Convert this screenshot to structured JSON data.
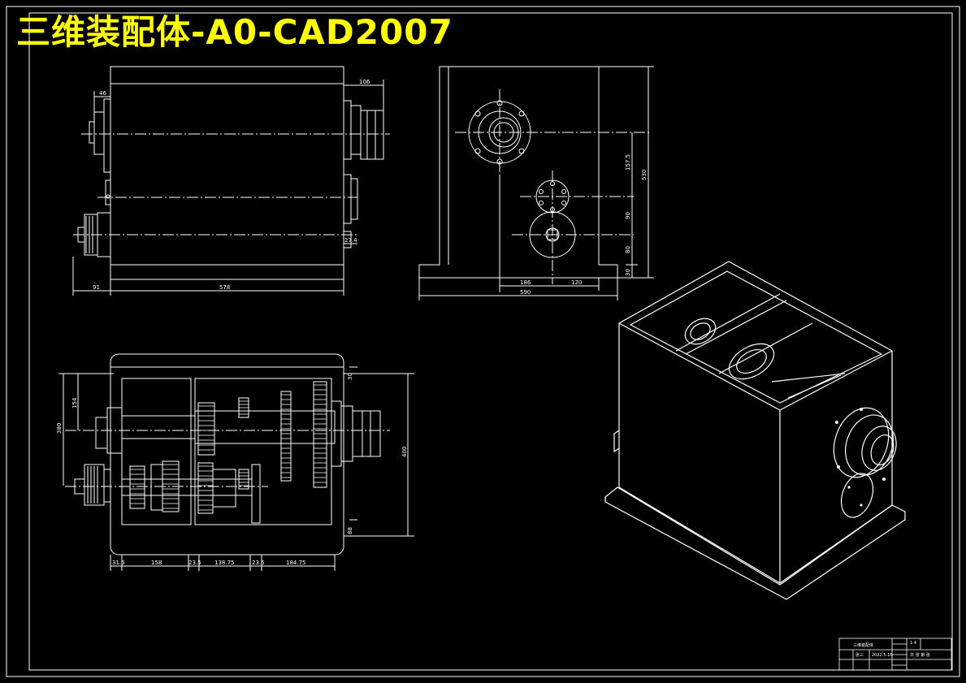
{
  "title": "三维装配体-A0-CAD2007",
  "colors": {
    "background": "#000000",
    "lines": "#ffffff",
    "title": "#ffff00"
  },
  "front_view": {
    "dims": {
      "left_overhang": "46",
      "right_overhang": "106",
      "left_base": "91",
      "width": "578",
      "small_offset": "27.4"
    }
  },
  "side_view": {
    "dims": {
      "bottom_left": "186",
      "bottom_mid": "120",
      "total_width": "590",
      "right_1": "157.5",
      "right_2": "90",
      "right_3": "80",
      "right_4": "30",
      "overall_height": "530"
    }
  },
  "section_view": {
    "dims": {
      "left_1": "154",
      "left_2": "380",
      "right_top": "30",
      "right_height": "400",
      "right_bottom": "88",
      "b1": "31.5",
      "b2": "158",
      "b3": "23.5",
      "b4": "138.75",
      "b5": "23.5",
      "b6": "184.75"
    }
  },
  "title_block": {
    "name": "三维装配体",
    "scale": "1:4",
    "designer": "张三",
    "date": "2022.5.16",
    "sheet": "共 张 第 张"
  }
}
